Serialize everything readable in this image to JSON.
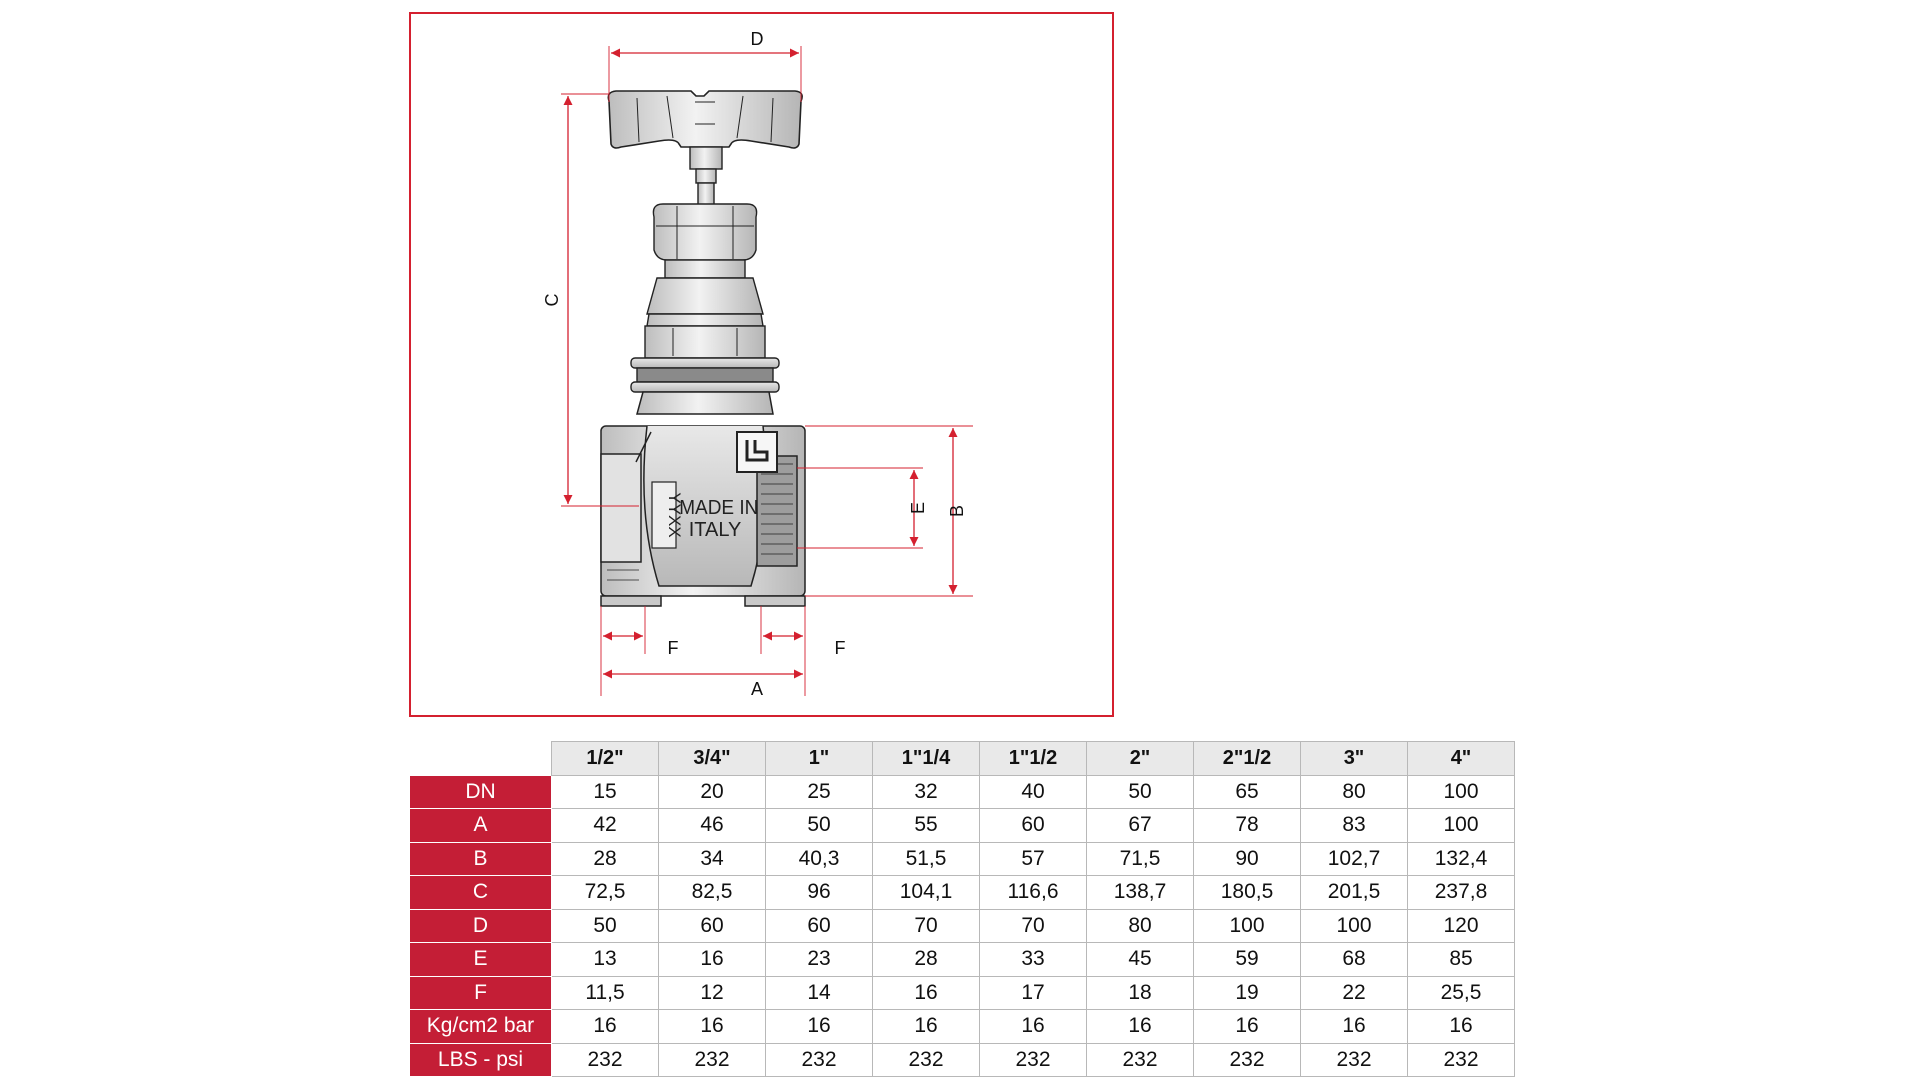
{
  "diagram": {
    "dimension_labels": {
      "D": "D",
      "C": "C",
      "B": "B",
      "E": "E",
      "F_left": "F",
      "F_right": "F",
      "A": "A"
    },
    "body_marking": {
      "line1": "MADE IN",
      "line2": "ITALY",
      "side_code": "YYXX"
    },
    "colors": {
      "frame": "#d4202f",
      "dimension_lines": "#d4202f",
      "valve_line": "#222222",
      "valve_fill": "#d4d4d4"
    }
  },
  "spec_table": {
    "columns": [
      "1/2\"",
      "3/4\"",
      "1\"",
      "1\"1/4",
      "1\"1/2",
      "2\"",
      "2\"1/2",
      "3\"",
      "4\""
    ],
    "rows": [
      {
        "label": "DN",
        "values": [
          "15",
          "20",
          "25",
          "32",
          "40",
          "50",
          "65",
          "80",
          "100"
        ]
      },
      {
        "label": "A",
        "values": [
          "42",
          "46",
          "50",
          "55",
          "60",
          "67",
          "78",
          "83",
          "100"
        ]
      },
      {
        "label": "B",
        "values": [
          "28",
          "34",
          "40,3",
          "51,5",
          "57",
          "71,5",
          "90",
          "102,7",
          "132,4"
        ]
      },
      {
        "label": "C",
        "values": [
          "72,5",
          "82,5",
          "96",
          "104,1",
          "116,6",
          "138,7",
          "180,5",
          "201,5",
          "237,8"
        ]
      },
      {
        "label": "D",
        "values": [
          "50",
          "60",
          "60",
          "70",
          "70",
          "80",
          "100",
          "100",
          "120"
        ]
      },
      {
        "label": "E",
        "values": [
          "13",
          "16",
          "23",
          "28",
          "33",
          "45",
          "59",
          "68",
          "85"
        ]
      },
      {
        "label": "F",
        "values": [
          "11,5",
          "12",
          "14",
          "16",
          "17",
          "18",
          "19",
          "22",
          "25,5"
        ]
      },
      {
        "label": "Kg/cm2 bar",
        "values": [
          "16",
          "16",
          "16",
          "16",
          "16",
          "16",
          "16",
          "16",
          "16"
        ]
      },
      {
        "label": "LBS - psi",
        "values": [
          "232",
          "232",
          "232",
          "232",
          "232",
          "232",
          "232",
          "232",
          "232"
        ]
      }
    ],
    "colors": {
      "header_bg": "#e9e9e9",
      "label_bg": "#c41e36",
      "label_text": "#ffffff"
    }
  }
}
